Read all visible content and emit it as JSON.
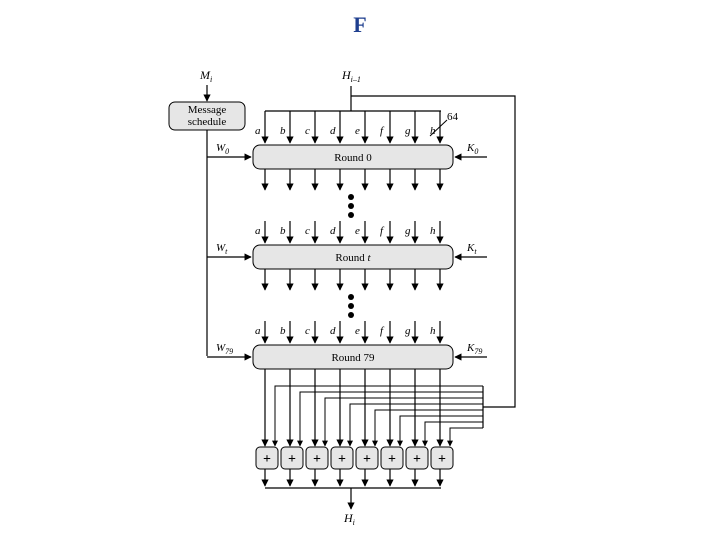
{
  "title": "F",
  "colors": {
    "title": "#1f3f8f",
    "box_fill": "#e6e6e6",
    "stroke": "#000000"
  },
  "inputs": {
    "message": "M",
    "message_sub": "i",
    "hash_in": "H",
    "hash_in_sub": "i–1",
    "bus_width": "64"
  },
  "output": {
    "hash_out": "H",
    "hash_out_sub": "i"
  },
  "schedule": {
    "line1": "Message",
    "line2": "schedule"
  },
  "registers": [
    "a",
    "b",
    "c",
    "d",
    "e",
    "f",
    "g",
    "h"
  ],
  "rounds": [
    {
      "label": "Round 0",
      "w": "W",
      "w_sub": "0",
      "k": "K",
      "k_sub": "0"
    },
    {
      "label": "Round ",
      "label_it": "t",
      "w": "W",
      "w_sub": "t",
      "k": "K",
      "k_sub": "t"
    },
    {
      "label": "Round 79",
      "w": "W",
      "w_sub": "79",
      "k": "K",
      "k_sub": "79"
    }
  ],
  "adder_symbol": "+",
  "adder_count": 8
}
